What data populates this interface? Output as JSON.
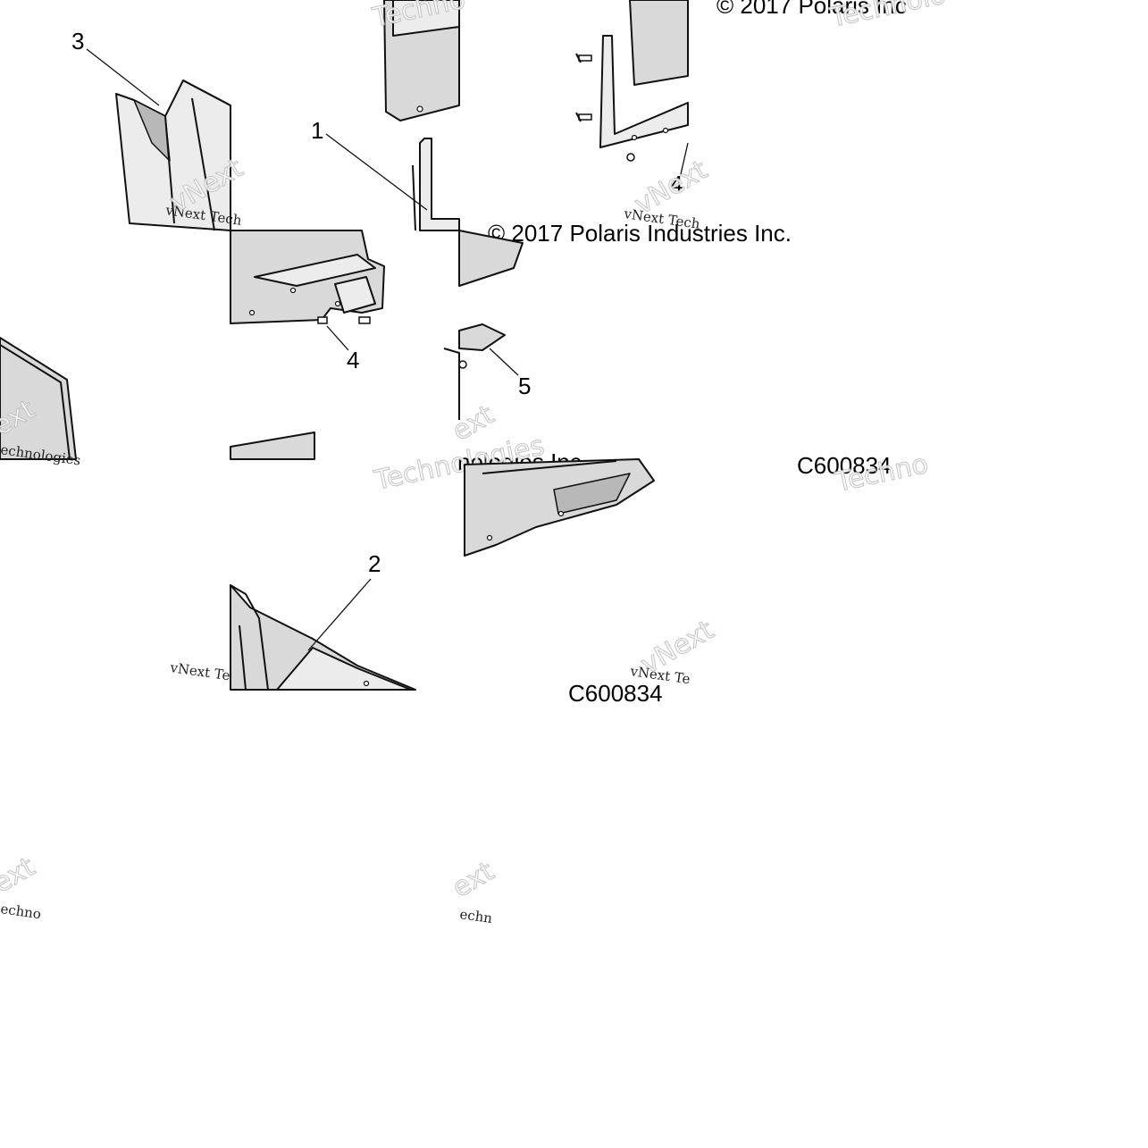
{
  "diagram": {
    "callouts": [
      "1",
      "2",
      "3",
      "4",
      "4",
      "5"
    ],
    "copyright_texts": [
      "© 2017 Polaris Inc",
      "© 2017 Polaris Industries Inc.",
      "nologies Inc."
    ],
    "codes": [
      "C600834",
      "C600834"
    ],
    "watermark": {
      "brand": "vNext",
      "brand_alt": "ext",
      "tagline": "Technologies",
      "tagline_partial_1": "Techno",
      "tagline_partial_2": "Technolo",
      "tagline_partial_3": "vNext Tech",
      "tagline_partial_4": "vNext Te",
      "tagline_partial_5": "echnologies",
      "tagline_partial_6": "echno",
      "tagline_partial_7": "echn"
    },
    "colors": {
      "line": "#111111",
      "part_fill": "#d9d9d9",
      "background": "#ffffff"
    }
  }
}
